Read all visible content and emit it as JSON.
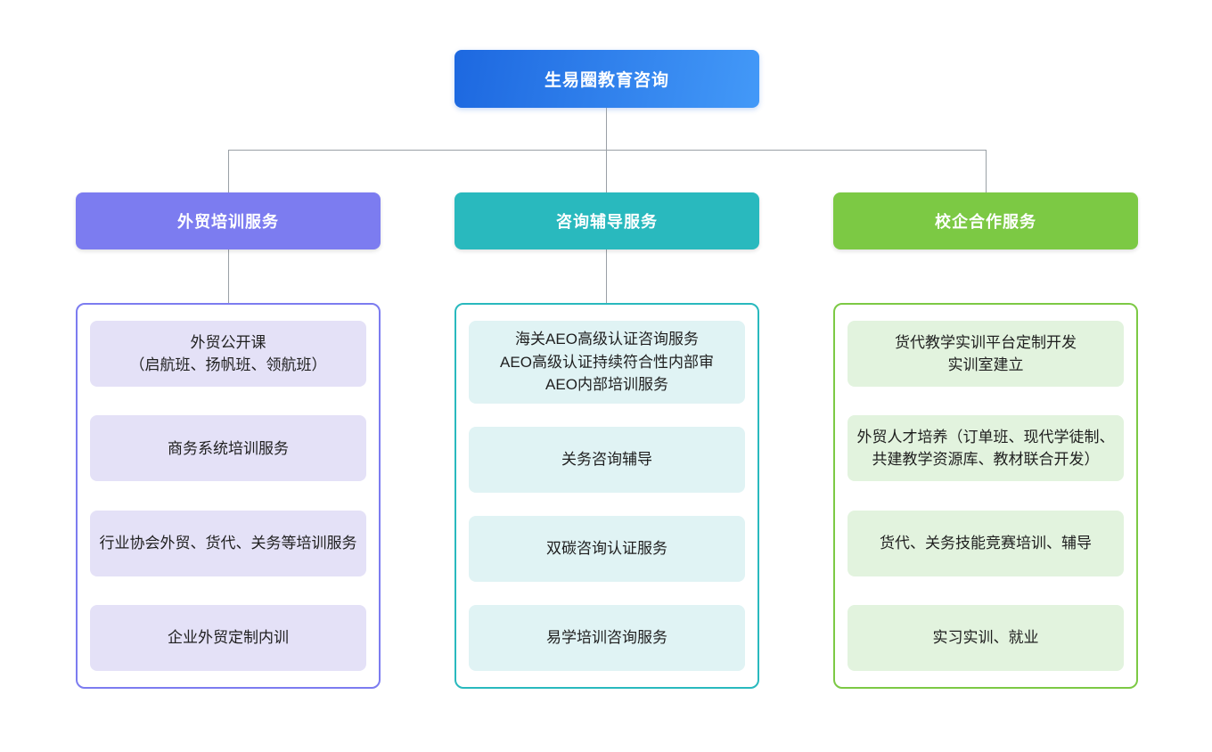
{
  "root": {
    "label": "生易圈教育咨询",
    "gradient_start": "#1d68e0",
    "gradient_end": "#4399f8"
  },
  "connector_color": "#9aa0a6",
  "branches": [
    {
      "label": "外贸培训服务",
      "color": "#7c7cf0",
      "item_bg": "#e4e1f7",
      "items": [
        "外贸公开课\n（启航班、扬帆班、领航班）",
        "商务系统培训服务",
        "行业协会外贸、货代、关务等培训服务",
        "企业外贸定制内训"
      ]
    },
    {
      "label": "咨询辅导服务",
      "color": "#29b9be",
      "item_bg": "#e0f3f4",
      "items": [
        "海关AEO高级认证咨询服务\nAEO高级认证持续符合性内部审\nAEO内部培训服务",
        "关务咨询辅导",
        "双碳咨询认证服务",
        "易学培训咨询服务"
      ]
    },
    {
      "label": "校企合作服务",
      "color": "#7cc944",
      "item_bg": "#e2f3de",
      "items": [
        "货代教学实训平台定制开发\n实训室建立",
        "外贸人才培养（订单班、现代学徒制、共建教学资源库、教材联合开发）",
        "货代、关务技能竞赛培训、辅导",
        "实习实训、就业"
      ]
    }
  ]
}
